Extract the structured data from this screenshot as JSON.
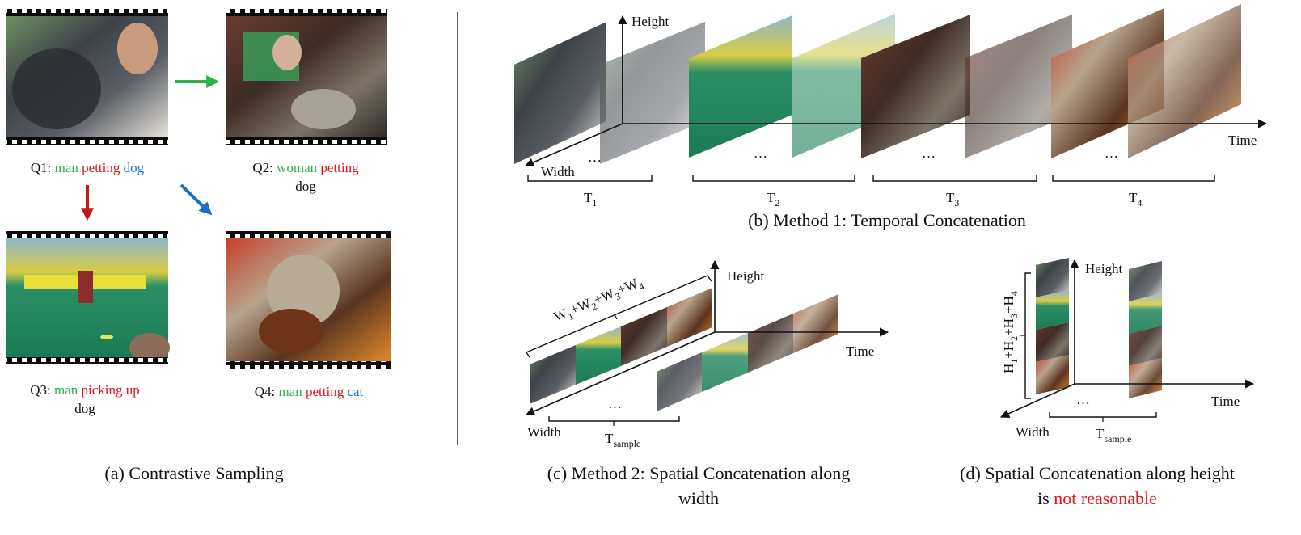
{
  "colors": {
    "green": "#2db34a",
    "red": "#d4141b",
    "blue": "#1f78c2",
    "text": "#111111",
    "field_green": "#1f8a5f",
    "arrow_red": "#c01818",
    "arrow_blue": "#1b6fc0"
  },
  "panel_a": {
    "caption": "(a) Contrastive Sampling",
    "queries": [
      {
        "id": "Q1:",
        "parts": [
          {
            "text": "man",
            "color": "green"
          },
          {
            "text": "petting",
            "color": "red"
          },
          {
            "text": "dog",
            "color": "blue"
          }
        ]
      },
      {
        "id": "Q2:",
        "line1": [
          {
            "text": "woman",
            "color": "green"
          },
          {
            "text": "petting",
            "color": "red"
          }
        ],
        "line2": [
          {
            "text": "dog",
            "color": "blue"
          }
        ]
      },
      {
        "id": "Q3:",
        "line1": [
          {
            "text": "man",
            "color": "green"
          },
          {
            "text": "picking up",
            "color": "red"
          }
        ],
        "line2": [
          {
            "text": "dog",
            "color": "blue"
          }
        ]
      },
      {
        "id": "Q4:",
        "parts": [
          {
            "text": "man",
            "color": "green"
          },
          {
            "text": "petting",
            "color": "red"
          },
          {
            "text": "cat",
            "color": "blue"
          }
        ]
      }
    ]
  },
  "panel_b": {
    "caption": "(b) Method 1: Temporal Concatenation",
    "axis_height": "Height",
    "axis_width": "Width",
    "axis_time": "Time",
    "dots": "…",
    "groups": [
      {
        "base": "T",
        "sub": "1"
      },
      {
        "base": "T",
        "sub": "2"
      },
      {
        "base": "T",
        "sub": "3"
      },
      {
        "base": "T",
        "sub": "4"
      }
    ]
  },
  "panel_c": {
    "caption_line1": "(c) Method 2: Spatial Concatenation along",
    "caption_line2": "width",
    "axis_height": "Height",
    "axis_width": "Width",
    "axis_time": "Time",
    "dots": "…",
    "width_sum": [
      {
        "base": "W",
        "sub": "1"
      },
      {
        "op": "+"
      },
      {
        "base": "W",
        "sub": "2"
      },
      {
        "op": "+"
      },
      {
        "base": "W",
        "sub": "3"
      },
      {
        "op": "+"
      },
      {
        "base": "W",
        "sub": "4"
      }
    ],
    "t_label": {
      "base": "T",
      "sub": "sample"
    }
  },
  "panel_d": {
    "caption_line1": "(d) Spatial Concatenation along height",
    "caption_line2_prefix": "is",
    "caption_line2_highlight": "not reasonable",
    "axis_height": "Height",
    "axis_width": "Width",
    "axis_time": "Time",
    "dots": "…",
    "height_sum": [
      {
        "base": "H",
        "sub": "1"
      },
      {
        "op": "+"
      },
      {
        "base": "H",
        "sub": "2"
      },
      {
        "op": "+"
      },
      {
        "base": "H",
        "sub": "3"
      },
      {
        "op": "+"
      },
      {
        "base": "H",
        "sub": "4"
      }
    ],
    "t_label": {
      "base": "T",
      "sub": "sample"
    }
  }
}
